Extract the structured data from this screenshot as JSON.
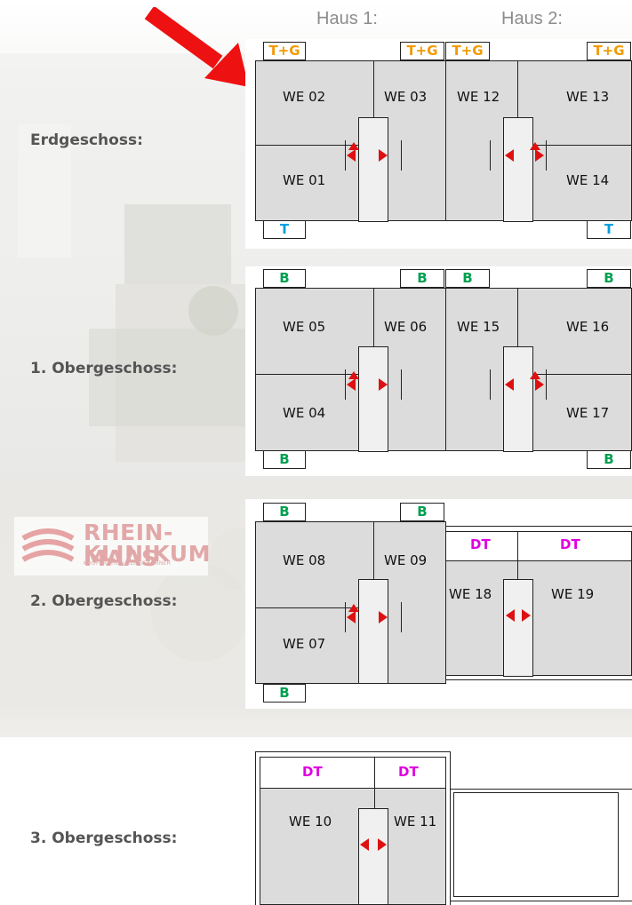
{
  "haus_labels": [
    "Haus 1:",
    "Haus 2:"
  ],
  "floors": {
    "eg": "Erdgeschoss:",
    "og1": "1. Obergeschoss:",
    "og2": "2. Obergeschoss:",
    "og3": "3. Obergeschoss:"
  },
  "logo": {
    "line1": "RHEIN-MAAS",
    "line2": "KLINIKUM",
    "sub": "KOOPERATION KLINIK KÖRNER"
  },
  "tags": {
    "tg": "T+G",
    "t": "T",
    "b": "B",
    "dt": "DT"
  },
  "units": {
    "eg": [
      "WE 01",
      "WE 02",
      "WE 03",
      "WE 12",
      "WE 13",
      "WE 14"
    ],
    "og1": [
      "WE 04",
      "WE 05",
      "WE 06",
      "WE 15",
      "WE 16",
      "WE 17"
    ],
    "og2": [
      "WE 07",
      "WE 08",
      "WE 09",
      "WE 18",
      "WE 19"
    ],
    "og3": [
      "WE 10",
      "WE 11"
    ]
  },
  "colors": {
    "arrow_red": "#dd1111",
    "tag_orange": "#f29a00",
    "tag_blue": "#00a0e0",
    "tag_green": "#00a050",
    "dt_magenta": "#e000e0",
    "room_gray": "#dcdcdc"
  },
  "legend_codes": [
    "T+G",
    "T",
    "B",
    "DT"
  ]
}
